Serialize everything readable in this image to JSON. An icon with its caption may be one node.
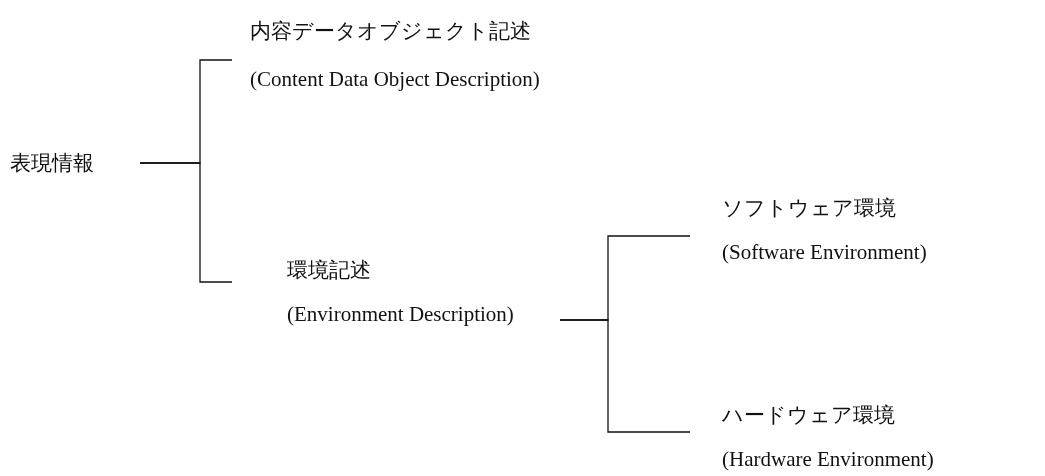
{
  "diagram": {
    "nodes": [
      {
        "text": [
          "表現情報"
        ]
      },
      {
        "text": [
          "内容データオブジェクト記述",
          "(Content Data Object Description)"
        ]
      },
      {
        "text": [
          "環境記述",
          "(Environment Description)"
        ]
      },
      {
        "text": [
          "ソフトウェア環境",
          "(Software Environment)"
        ]
      },
      {
        "text": [
          "ハードウェア環境",
          "(Hardware Environment)"
        ]
      }
    ],
    "edges": [
      {
        "from": 0,
        "to": 1,
        "arrow": "none"
      },
      {
        "from": 0,
        "to": 2,
        "arrow": "none"
      },
      {
        "from": 2,
        "to": 3,
        "arrow": "none"
      },
      {
        "from": 2,
        "to": 4,
        "arrow": "none"
      }
    ]
  }
}
